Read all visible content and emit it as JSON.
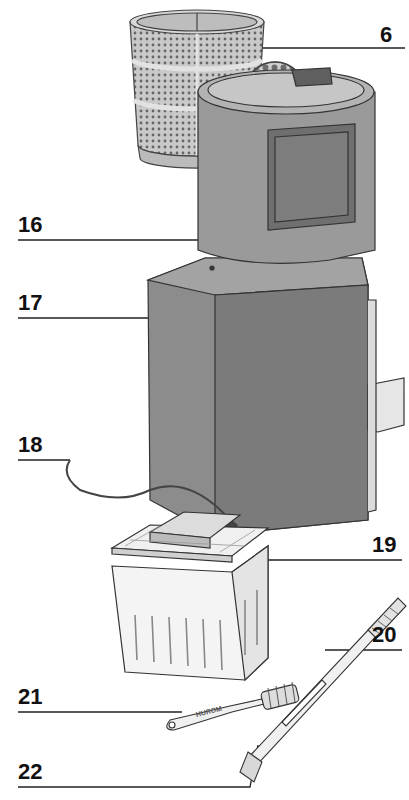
{
  "diagram": {
    "labels": [
      "6",
      "16",
      "17",
      "18",
      "19",
      "20",
      "21",
      "22",
      "HUROM"
    ]
  }
}
